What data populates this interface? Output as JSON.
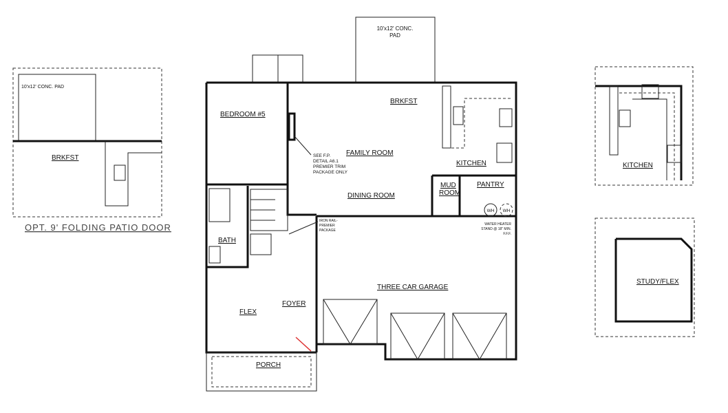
{
  "main_plan": {
    "pad_top": [
      "10'x12' CONC. PAD"
    ],
    "rooms": {
      "bedroom": "BEDROOM #5",
      "brkfst": "BRKFST",
      "family_room": "FAMILY ROOM",
      "kitchen": "KITCHEN",
      "mud_room_1": "MUD",
      "mud_room_2": "ROOM",
      "pantry": "PANTRY",
      "dining_room": "DINING ROOM",
      "bath": "BATH",
      "garage": "THREE CAR GARAGE",
      "flex": "FLEX",
      "foyer": "FOYER",
      "porch": "PORCH"
    },
    "pad_line1": "10'x12' CONC.",
    "pad_line2": "PAD",
    "fireplace_note": [
      "SEE F.P.",
      "DETAIL A6.1",
      "PREMIER TRIM",
      "PACKAGE ONLY"
    ],
    "rail_note": [
      "IRON RAIL-",
      "PREMIER",
      "PACKAGE"
    ],
    "water_heater_label": "WH",
    "water_heater_note": [
      "WATER HEATER",
      "STAND @ 18\" MIN.",
      "F.F.F."
    ]
  },
  "option_patio": {
    "pad": "10'x12' CONC. PAD",
    "room": "BRKFST",
    "caption": "OPT. 9' FOLDING PATIO DOOR"
  },
  "option_kitchen": {
    "room": "KITCHEN"
  },
  "option_study": {
    "room": "STUDY/FLEX"
  }
}
